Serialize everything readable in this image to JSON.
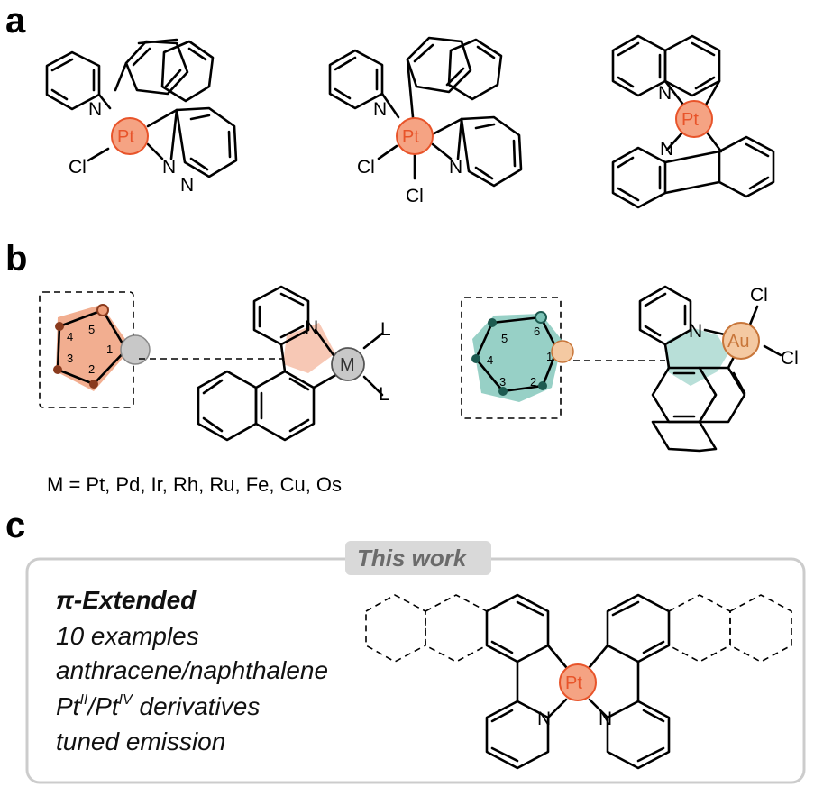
{
  "panels": {
    "a": "a",
    "b": "b",
    "c": "c"
  },
  "atoms": {
    "pt": "Pt",
    "n": "N",
    "cl": "Cl",
    "m": "M",
    "l": "L",
    "au": "Au"
  },
  "ring_numbers": {
    "five": [
      "1",
      "2",
      "3",
      "4",
      "5"
    ],
    "six": [
      "1",
      "2",
      "3",
      "4",
      "5",
      "6"
    ]
  },
  "metal_list": "M = Pt, Pd, Ir, Rh, Ru, Fe, Cu, Os",
  "this_work": {
    "badge": "This work",
    "title": "π-Extended",
    "lines": [
      "10 examples",
      "anthracene/naphthalene"
    ],
    "ox_line": {
      "p1": "Pt",
      "s1": "II",
      "sep": "/Pt",
      "s2": "IV",
      "rest": " derivatives"
    },
    "last": "tuned emission"
  },
  "colors": {
    "pt_fill": "#f5a383",
    "pt_stroke": "#e8542a",
    "pt_text": "#e8542a",
    "orange_hl": "#f0a07c",
    "teal_hl": "#7dc4b8",
    "teal_dark": "#2f7f72",
    "au_fill": "#f4c9a2",
    "au_text": "#c8763a",
    "m_fill": "#c8c8c8"
  }
}
